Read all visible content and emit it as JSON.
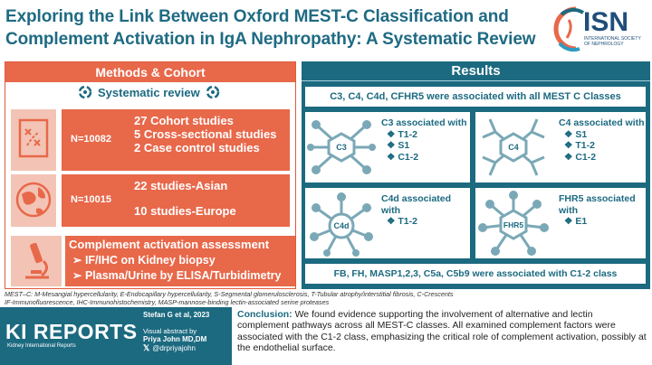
{
  "header": {
    "title_line1": "Exploring the Link Between Oxford MEST-C Classification and",
    "title_line2": "Complement Activation in IgA Nephropathy: A Systematic Review",
    "logo_text": "ISN",
    "logo_sub": "INTERNATIONAL SOCIETY OF NEPHROLOGY"
  },
  "methods": {
    "heading": "Methods & Cohort",
    "systematic_review": "Systematic review",
    "box1": {
      "n": "N=10082",
      "lines": [
        "27 Cohort studies",
        "5 Cross-sectional studies",
        "2 Case control studies"
      ]
    },
    "box2": {
      "n": "N=10015",
      "lines": [
        "22 studies-Asian",
        "10 studies-Europe"
      ]
    },
    "complement": {
      "title": "Complement activation assessment",
      "items": [
        "IF/IHC on Kidney biopsy",
        "Plasma/Urine by ELISA/Turbidimetry"
      ]
    }
  },
  "results": {
    "heading": "Results",
    "banner": "C3, C4, C4d, CFHR5 were associated with all MEST C Classes",
    "cards": [
      {
        "molecule": "C3",
        "title": "C3 associated with",
        "items": [
          "T1-2",
          "S1",
          "C1-2"
        ]
      },
      {
        "molecule": "C4",
        "title": "C4 associated with",
        "items": [
          "S1",
          "T1-2",
          "C1-2"
        ]
      },
      {
        "molecule": "C4d",
        "title": "C4d associated with",
        "items": [
          "T1-2"
        ]
      },
      {
        "molecule": "FHR5",
        "title_l1": "FHR5 associated",
        "title_l2": "with",
        "items": [
          "E1"
        ]
      }
    ],
    "bottom": "FB, FH, MASP1,2,3, C5a, C5b9 were associated with C1-2 class"
  },
  "abbreviations": {
    "line1": "MEST–C: M-Mesangial hypercellularity, E-Endocapillary hypercellularity, S-Segmental glomerulosclerosis, T-Tubular atrophy/interstitial fibrosis, C-Crescents",
    "line2": "IF-Immunofluorescence, IHC-Immunohistochemistry, MASP-mannose-binding lectin-associated serine proteases"
  },
  "footer": {
    "logo": "KI REPORTS",
    "logo_sub": "Kidney International Reports",
    "citation": "Stefan G et al, 2023",
    "visual_abstract_by": "Visual abstract by",
    "author": "Priya John MD,DM",
    "handle": "@drpriyajohn",
    "conclusion_label": "Conclusion:",
    "conclusion_text": " We found evidence supporting the involvement of alternative and lectin complement pathways across all MEST-C classes. All examined complement factors were associated with the C1-2 class, emphasizing the critical role of complement activation, possibly at the endothelial surface."
  },
  "colors": {
    "teal": "#1c6a80",
    "coral": "#e8684a",
    "pale_coral": "#f3c4b5"
  }
}
